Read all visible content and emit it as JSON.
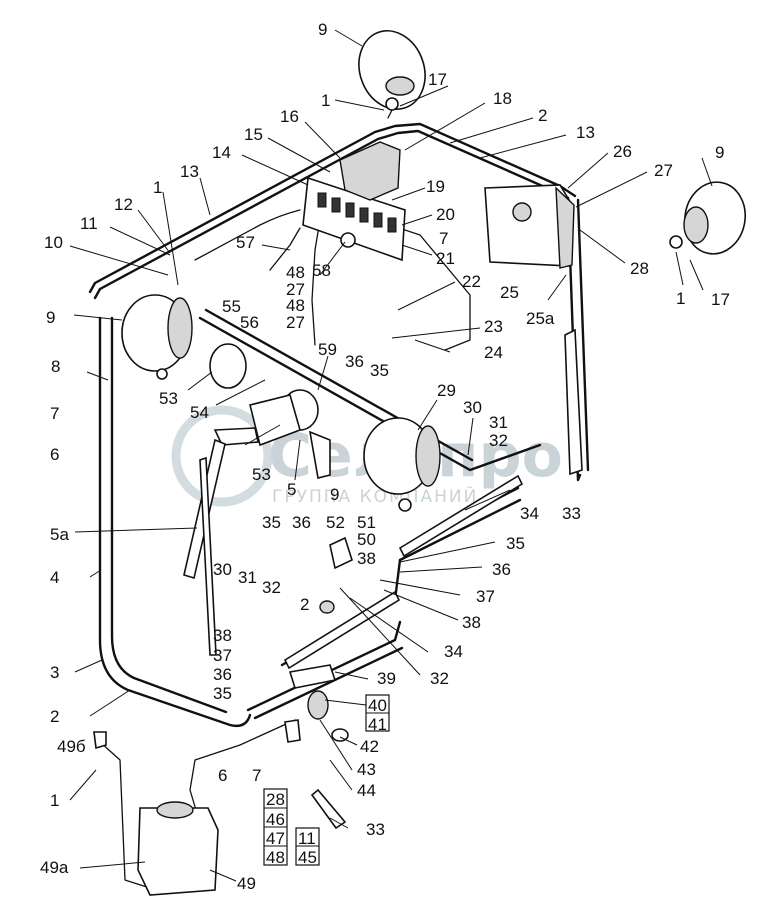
{
  "watermark": {
    "brand": "Селапро",
    "tagline": "ГРУППА КОМПАНИЙ"
  },
  "labels": [
    "9",
    "1",
    "17",
    "18",
    "2",
    "13",
    "16",
    "15",
    "26",
    "27",
    "14",
    "13",
    "9",
    "1",
    "19",
    "12",
    "11",
    "20",
    "7",
    "10",
    "57",
    "21",
    "48",
    "27",
    "48",
    "58",
    "22",
    "28",
    "9",
    "55",
    "25",
    "1",
    "17",
    "56",
    "27",
    "25а",
    "23",
    "24",
    "8",
    "59",
    "36",
    "35",
    "53",
    "54",
    "29",
    "30",
    "7",
    "31",
    "6",
    "32",
    "53",
    "5",
    "9",
    "34",
    "33",
    "5а",
    "35",
    "36",
    "52",
    "51",
    "50",
    "38",
    "35",
    "36",
    "4",
    "30",
    "31",
    "32",
    "37",
    "2",
    "38",
    "34",
    "38",
    "37",
    "39",
    "36",
    "32",
    "3",
    "35",
    "40",
    "41",
    "2",
    "42",
    "49б",
    "6",
    "7",
    "43",
    "1",
    "28",
    "44",
    "46",
    "33",
    "47",
    "11",
    "48",
    "45",
    "49а",
    "49"
  ],
  "boxed_labels": [
    "40",
    "41",
    "28",
    "46",
    "47",
    "48",
    "11",
    "45"
  ]
}
